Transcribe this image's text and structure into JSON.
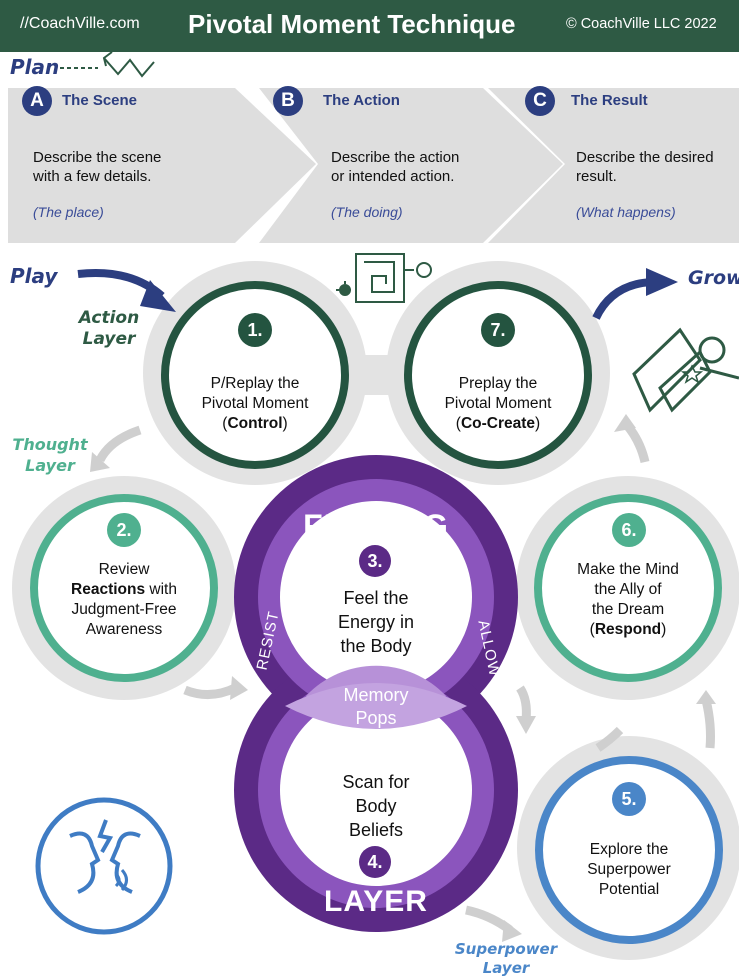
{
  "header": {
    "site": "//CoachVille.com",
    "title": "Pivotal Moment Technique",
    "copyright": "© CoachVille LLC 2022"
  },
  "plan": {
    "label": "Plan",
    "steps": [
      {
        "letter": "A",
        "title": "The Scene",
        "desc_line1": "Describe the scene",
        "desc_line2": "with a few details.",
        "note": "(The place)"
      },
      {
        "letter": "B",
        "title": "The Action",
        "desc_line1": "Describe the action",
        "desc_line2": "or intended action.",
        "note": "(The doing)"
      },
      {
        "letter": "C",
        "title": "The Result",
        "desc_line1": "Describe the desired",
        "desc_line2": "result.",
        "note": "(What happens)"
      }
    ]
  },
  "labels": {
    "play": "Play",
    "grow": "Grow",
    "action_layer_1": "Action",
    "action_layer_2": "Layer",
    "thought_layer_1": "Thought",
    "thought_layer_2": "Layer",
    "superpower_layer_1": "Superpower",
    "superpower_layer_2": "Layer"
  },
  "steps": {
    "s1": {
      "num": "1.",
      "line1": "P/Replay the",
      "line2": "Pivotal Moment",
      "bold": "Control"
    },
    "s7": {
      "num": "7.",
      "line1": "Preplay the",
      "line2": "Pivotal Moment",
      "bold": "Co-Create"
    },
    "s2": {
      "num": "2.",
      "line1": "Review",
      "bold": "Reactions",
      "line2_rest": " with",
      "line3": "Judgment-Free",
      "line4": "Awareness"
    },
    "s6": {
      "num": "6.",
      "line1": "Make the Mind",
      "line2": "the Ally of",
      "line3": "the Dream",
      "bold": "Respond"
    },
    "s3": {
      "num": "3.",
      "line1": "Feel the",
      "line2": "Energy in",
      "line3": "the Body"
    },
    "s4": {
      "num": "4.",
      "line1": "Scan for",
      "line2": "Body",
      "line3": "Beliefs"
    },
    "s5": {
      "num": "5.",
      "line1": "Explore the",
      "line2": "Superpower",
      "line3": "Potential"
    }
  },
  "feeling_layer": {
    "top": "FEELING",
    "bottom": "LAYER",
    "left": "RESIST",
    "right": "ALLOW",
    "memory_1": "Memory",
    "memory_2": "Pops"
  },
  "colors": {
    "header_green": "#2e5a44",
    "navy": "#2c3e80",
    "dark_green": "#245440",
    "teal": "#4fb08f",
    "blue": "#4a86c8",
    "purple_dark": "#5b2a86",
    "purple_mid": "#7e45b0",
    "purple_light": "#b791d8",
    "gray": "#dedede"
  },
  "icons": [
    "maze-icon",
    "superhero-icon",
    "faces-dialog-icon",
    "zigzag-arrow-icon"
  ]
}
